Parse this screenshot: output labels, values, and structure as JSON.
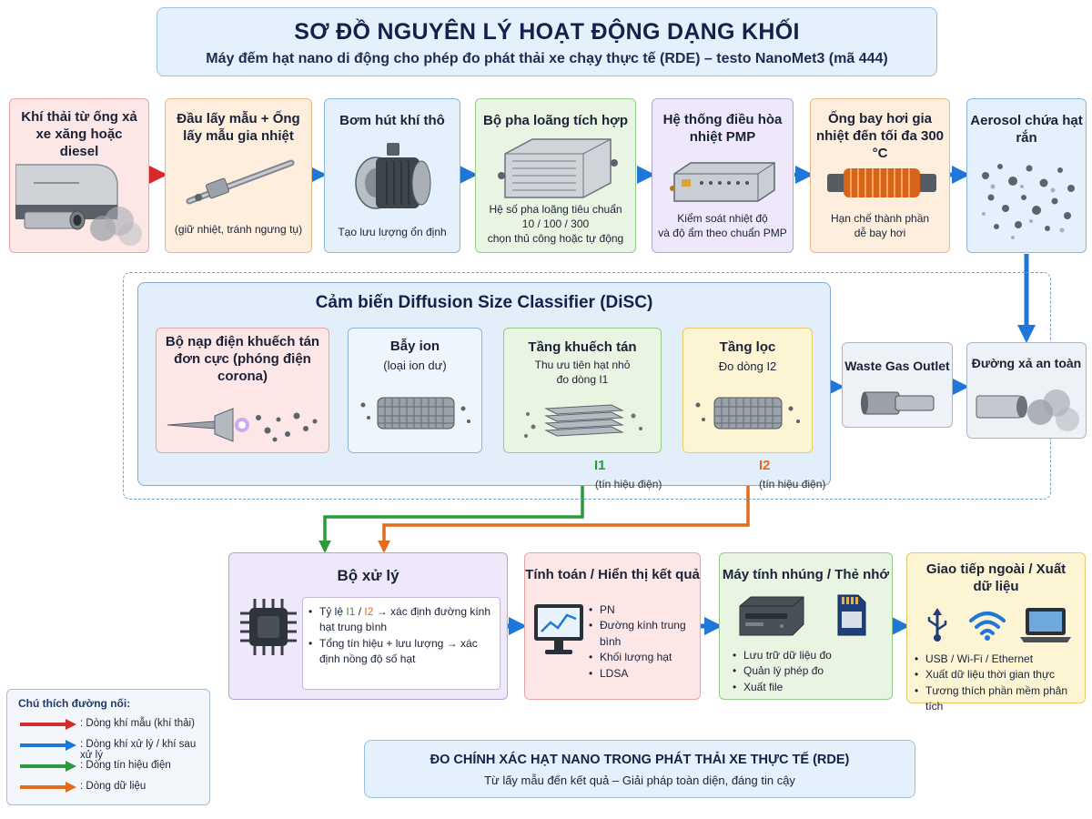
{
  "header": {
    "title": "SƠ ĐỒ NGUYÊN LÝ HOẠT ĐỘNG DẠNG KHỐI",
    "subtitle": "Máy đếm hạt nano di động cho phép đo phát thải xe chạy thực tế (RDE) – testo NanoMet3 (mã 444)"
  },
  "top_row": [
    {
      "title": "Khí thải từ ống xả xe xăng hoặc diesel",
      "desc": "",
      "icon": "exhaust-pipe-icon"
    },
    {
      "title": "Đầu lấy mẫu + Ống lấy mẫu gia nhiệt",
      "desc": "(giữ nhiệt, tránh ngưng tụ)",
      "icon": "sampling-probe-icon"
    },
    {
      "title": "Bơm hút khí thô",
      "desc": "Tạo lưu lượng ổn định",
      "icon": "pump-icon"
    },
    {
      "title": "Bộ pha loãng tích hợp",
      "desc_lines": [
        "Hệ số pha loãng tiêu chuẩn",
        "10 / 100 / 300",
        "chọn thủ công hoặc tự động"
      ],
      "icon": "diluter-icon"
    },
    {
      "title": "Hệ thống điều hòa nhiệt PMP",
      "desc_lines": [
        "Kiểm soát nhiệt độ",
        "và độ ẩm theo chuẩn PMP"
      ],
      "icon": "pmp-module-icon"
    },
    {
      "title": "Ống bay hơi gia nhiệt đến tối đa 300 °C",
      "desc_lines": [
        "Hạn chế thành phần",
        "dễ bay hơi"
      ],
      "icon": "evaporation-tube-icon"
    },
    {
      "title": "Aerosol chứa hạt rắn",
      "desc": "",
      "icon": "particles-icon"
    }
  ],
  "disc": {
    "title": "Cảm biến Diffusion Size Classifier (DiSC)",
    "stages": [
      {
        "title": "Bộ nạp điện khuếch tán đơn cực (phóng điện corona)",
        "desc": "",
        "icon": "corona-charger-icon"
      },
      {
        "title": "Bẫy ion",
        "desc": "(loại ion dư)",
        "icon": "ion-trap-icon"
      },
      {
        "title": "Tầng khuếch tán",
        "desc": "Thu ưu tiên hạt nhỏ đo dòng I1",
        "icon": "diffusion-stage-icon"
      },
      {
        "title": "Tầng lọc",
        "desc": "Đo dòng I2",
        "icon": "filter-stage-icon"
      }
    ],
    "signal_i1": {
      "label": "I1",
      "note": "(tín hiệu điện)"
    },
    "signal_i2": {
      "label": "I2",
      "note": "(tín hiệu điện)"
    }
  },
  "outlets": {
    "waste": {
      "title": "Waste Gas Outlet",
      "icon": "outlet-pipe-icon"
    },
    "safe": {
      "title": "Đường xả an toàn",
      "icon": "safe-exhaust-icon"
    }
  },
  "bottom_row": {
    "processor": {
      "title": "Bộ xử lý",
      "bullet1_pre": "Tỷ lệ ",
      "bullet1_i1": "I1",
      "bullet1_sep": " / ",
      "bullet1_i2": "I2",
      "bullet1_post": " → xác định đường kính hạt trung bình",
      "bullet2": "Tổng tín hiệu + lưu lượng → xác định nồng độ số hạt",
      "icon": "cpu-chip-icon"
    },
    "compute": {
      "title": "Tính toán / Hiển thị kết quả",
      "items": [
        "PN",
        "Đường kính trung bình",
        "Khối lượng hạt",
        "LDSA"
      ],
      "icon": "monitor-chart-icon"
    },
    "embedded": {
      "title": "Máy tính nhúng / Thẻ nhớ",
      "items": [
        "Lưu trữ dữ liệu đo",
        "Quản lý phép đo",
        "Xuất file"
      ],
      "icon": "embedded-pc-icon",
      "icon2": "sd-card-icon"
    },
    "export": {
      "title": "Giao tiếp ngoài / Xuất dữ liệu",
      "items": [
        "USB / Wi-Fi / Ethernet",
        "Xuất dữ liệu thời gian thực",
        "Tương thích phần mềm phân tích"
      ],
      "icon": "usb-icon",
      "icon2": "wifi-icon",
      "icon3": "laptop-icon"
    }
  },
  "legend": {
    "title": "Chú thích đường nối:",
    "items": [
      {
        "label": ": Dòng khí mẫu (khí thải)",
        "color": "#d42a2a"
      },
      {
        "label": ": Dòng khí xử lý / khí sau xử lý",
        "color": "#1f78d8"
      },
      {
        "label": ": Dòng tín hiệu điện",
        "color": "#2a9a3a"
      },
      {
        "label": ": Dòng dữ liệu",
        "color": "#e06c1c"
      }
    ]
  },
  "footer": {
    "line1": "ĐO CHÍNH XÁC HẠT NANO TRONG PHÁT THẢI XE THỰC TẾ (RDE)",
    "line2": "Từ lấy mẫu đến kết quả – Giải pháp toàn diện, đáng tin cậy"
  },
  "colors": {
    "red": "#d42a2a",
    "blue": "#1f78d8",
    "green": "#2a9a3a",
    "orange": "#e06c1c"
  }
}
